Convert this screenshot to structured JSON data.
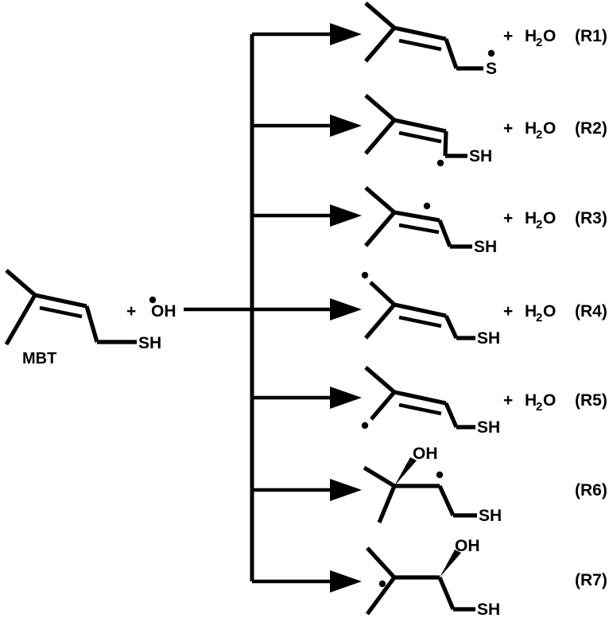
{
  "figure": {
    "kind": "reaction-scheme",
    "description": "Radical reaction scheme of MBT with hydroxyl radical giving seven product channels",
    "background_color": "#ffffff",
    "line_color": "#000000"
  },
  "reactants": {
    "substrate": {
      "name": "MBT",
      "label": "MBT",
      "thiol_label": "SH"
    },
    "plus_sign": "+",
    "radical": {
      "label": "OH",
      "radical_dot": "•"
    }
  },
  "coproduct": {
    "plus_sign": "+",
    "formula_head": "H",
    "formula_sub": "2",
    "formula_tail": "O"
  },
  "reactions": [
    {
      "id": "R1",
      "label": "(R1)",
      "product": "thiyl radical: (CH3)2C=CH-CH2-S•",
      "radical_site": "sulfur",
      "has_water": true,
      "atom_labels": [
        "S"
      ],
      "thiol_label": "S"
    },
    {
      "id": "R2",
      "label": "(R2)",
      "product": "allylic radical at CH2 adjacent to SH",
      "radical_site": "C4 methylene",
      "has_water": true,
      "atom_labels": [
        "SH"
      ],
      "thiol_label": "SH"
    },
    {
      "id": "R3",
      "label": "(R3)",
      "product": "vinylic radical at C3",
      "radical_site": "C3 vinyl carbon",
      "has_water": true,
      "atom_labels": [
        "SH"
      ],
      "thiol_label": "SH"
    },
    {
      "id": "R4",
      "label": "(R4)",
      "product": "radical on upper methyl group",
      "radical_site": "upper methyl",
      "has_water": true,
      "atom_labels": [
        "SH"
      ],
      "thiol_label": "SH"
    },
    {
      "id": "R5",
      "label": "(R5)",
      "product": "radical on lower methyl group",
      "radical_site": "lower methyl",
      "has_water": true,
      "atom_labels": [
        "SH"
      ],
      "thiol_label": "SH"
    },
    {
      "id": "R6",
      "label": "(R6)",
      "product": "OH addition at tertiary carbon, radical at C3",
      "radical_site": "C3",
      "has_water": false,
      "atom_labels": [
        "OH",
        "SH"
      ],
      "hydroxyl_label": "OH",
      "thiol_label": "SH"
    },
    {
      "id": "R7",
      "label": "(R7)",
      "product": "OH addition at C3, radical at tertiary carbon",
      "radical_site": "tertiary carbon",
      "has_water": false,
      "atom_labels": [
        "OH",
        "SH"
      ],
      "hydroxyl_label": "OH",
      "thiol_label": "SH"
    }
  ],
  "chart_data": {
    "type": "diagram",
    "title": "",
    "scheme": "MBT + •OH → seven radical product channels (R1–R7)",
    "branch_count": 7,
    "branch_ids": [
      "R1",
      "R2",
      "R3",
      "R4",
      "R5",
      "R6",
      "R7"
    ],
    "branches_with_water": [
      "R1",
      "R2",
      "R3",
      "R4",
      "R5"
    ],
    "branches_with_oh_addition": [
      "R6",
      "R7"
    ]
  }
}
